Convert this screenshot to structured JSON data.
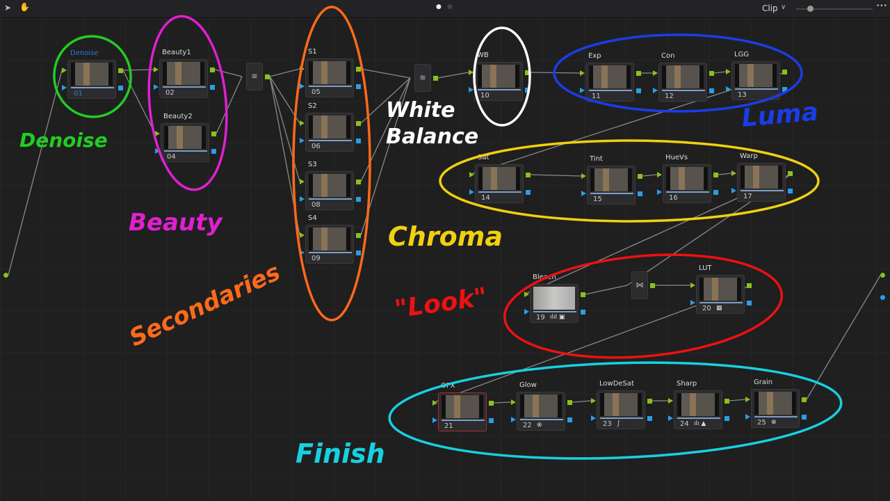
{
  "toolbar": {
    "pointer_icon": "arrow-pointer-icon",
    "hand_icon": "hand-icon",
    "mode_label": "Clip",
    "mode_chevron": "∨",
    "more_label": "•••"
  },
  "nodes": [
    {
      "label": "Denoise",
      "number": "01"
    },
    {
      "label": "Beauty1",
      "number": "02"
    },
    {
      "label": "Beauty2",
      "number": "04"
    },
    {
      "label": "S1",
      "number": "05"
    },
    {
      "label": "S2",
      "number": "06"
    },
    {
      "label": "S3",
      "number": "08"
    },
    {
      "label": "S4",
      "number": "09"
    },
    {
      "label": "WB",
      "number": "10"
    },
    {
      "label": "Exp",
      "number": "11"
    },
    {
      "label": "Con",
      "number": "12"
    },
    {
      "label": "LGG",
      "number": "13"
    },
    {
      "label": "Sat",
      "number": "14"
    },
    {
      "label": "Tint",
      "number": "15"
    },
    {
      "label": "HueVs",
      "number": "16"
    },
    {
      "label": "Warp",
      "number": "17"
    },
    {
      "label": "Bleach",
      "number": "19",
      "icons": "ılıl ▣"
    },
    {
      "label": "LUT",
      "number": "20",
      "icons": "▦"
    },
    {
      "label": "OFX",
      "number": "21"
    },
    {
      "label": "Glow",
      "number": "22",
      "icons": "⊗"
    },
    {
      "label": "LowDeSat",
      "number": "23",
      "icons": "∫"
    },
    {
      "label": "Sharp",
      "number": "24",
      "icons": "ılı ▲"
    },
    {
      "label": "Grain",
      "number": "25",
      "icons": "⊗"
    }
  ],
  "mixers": [
    {
      "icon": "layer-mixer-icon",
      "glyph": "≋"
    },
    {
      "icon": "layer-mixer-icon",
      "glyph": "≋"
    },
    {
      "icon": "splitter-combiner-icon",
      "glyph": "⋈"
    }
  ],
  "annotations": [
    {
      "text": "Denoise",
      "color": "#22cc22"
    },
    {
      "text": "Beauty",
      "color": "#e020d0"
    },
    {
      "text": "Secondaries",
      "color": "#ff6a1a"
    },
    {
      "text": "White Balance",
      "color": "#ffffff"
    },
    {
      "text": "Luma",
      "color": "#1a3de8"
    },
    {
      "text": "Chroma",
      "color": "#f0d010"
    },
    {
      "text": "\"Look\"",
      "color": "#ee1111"
    },
    {
      "text": "Finish",
      "color": "#18d0e0"
    }
  ]
}
